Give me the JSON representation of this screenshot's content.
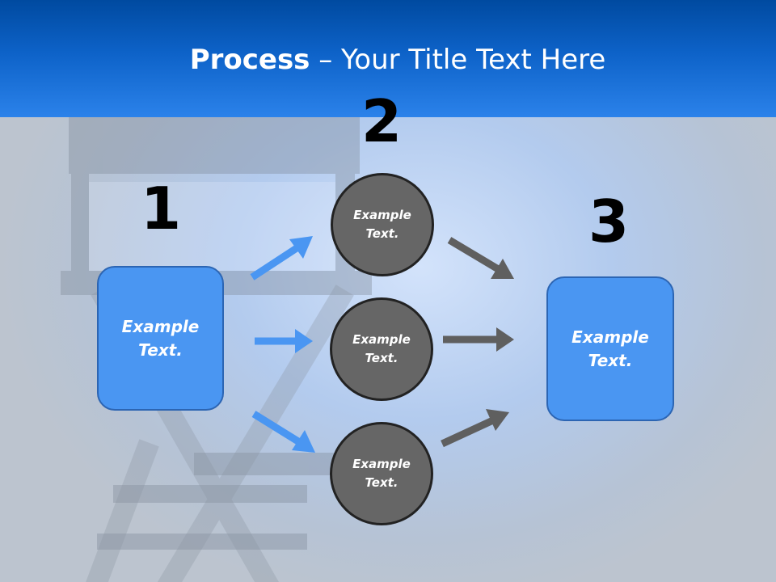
{
  "slide": {
    "title_bold": "Process",
    "title_rest": " – Your Title Text Here"
  },
  "steps": {
    "step1_number": "1",
    "step2_number": "2",
    "step3_number": "3"
  },
  "nodes": {
    "left_box": "Example\nText.",
    "circle_top": "Example\nText.",
    "circle_middle": "Example\nText.",
    "circle_bottom": "Example\nText.",
    "right_box": "Example\nText."
  },
  "colors": {
    "header": "#0d62c8",
    "box_fill": "#4a96f2",
    "circle_fill": "#666666",
    "blue_arrow": "#4a96f2",
    "gray_arrow": "#5f5f5f"
  }
}
